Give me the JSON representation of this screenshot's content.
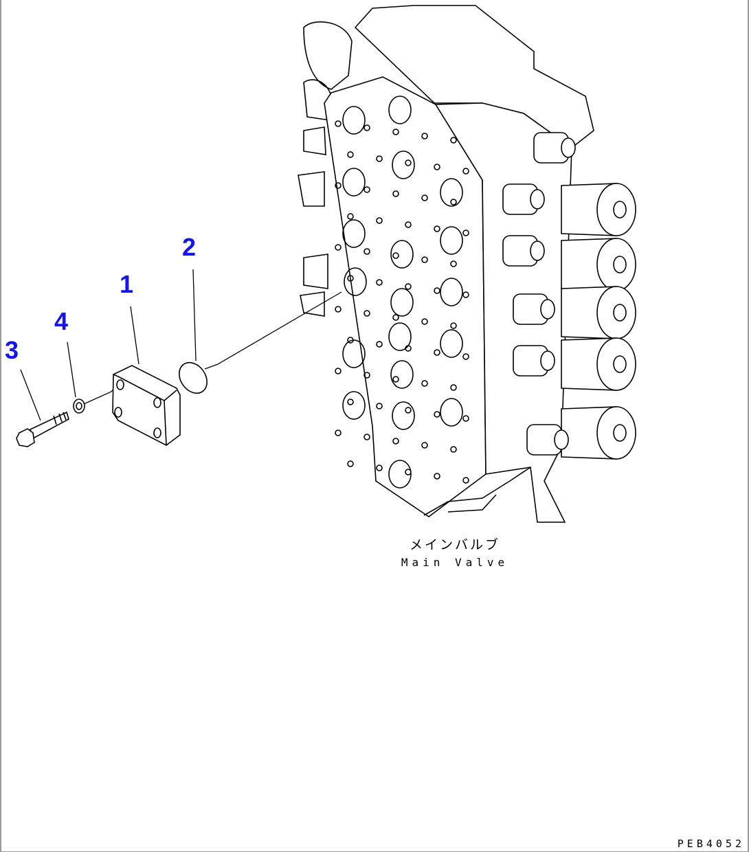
{
  "callouts": [
    {
      "id": "1",
      "label": "1"
    },
    {
      "id": "2",
      "label": "2"
    },
    {
      "id": "3",
      "label": "3"
    },
    {
      "id": "4",
      "label": "4"
    }
  ],
  "assembly": {
    "name_jp": "メインバルブ",
    "name_en": "Main Valve"
  },
  "drawing_code": "PEB4052",
  "colors": {
    "callout": "#1414f0",
    "line": "#000000"
  }
}
